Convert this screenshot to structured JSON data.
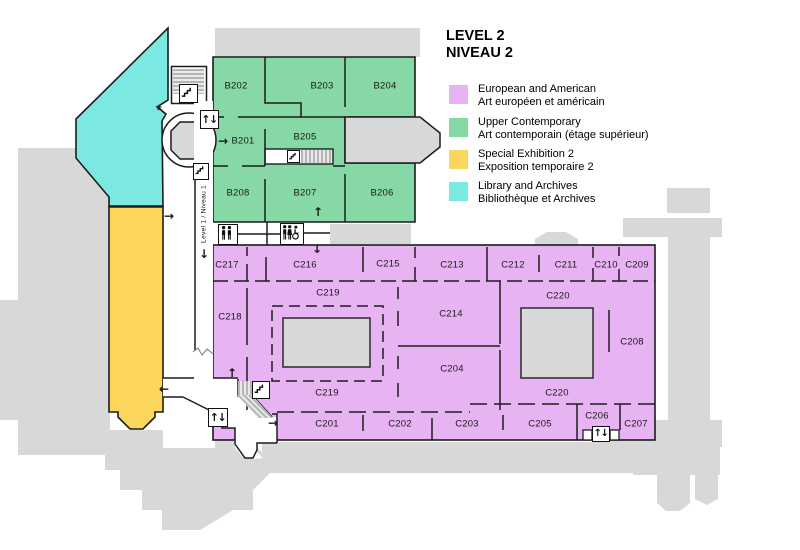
{
  "title": {
    "line1": "LEVEL 2",
    "line2": "NIVEAU 2"
  },
  "legend": {
    "items": [
      {
        "en": "European and American",
        "fr": "Art européen et américain",
        "color": "#e8b3f2"
      },
      {
        "en": "Upper Contemporary",
        "fr": "Art contemporain (étage supérieur)",
        "color": "#86d9a6"
      },
      {
        "en": "Special Exhibition 2",
        "fr": "Exposition temporaire 2",
        "color": "#fcd55d"
      },
      {
        "en": "Library and Archives",
        "fr": "Bibliothèque et Archives",
        "color": "#7ce8e2"
      }
    ]
  },
  "rooms": {
    "B201": "B201",
    "B202": "B202",
    "B203": "B203",
    "B204": "B204",
    "B205": "B205",
    "B206": "B206",
    "B207": "B207",
    "B208": "B208",
    "C201": "C201",
    "C202": "C202",
    "C203": "C203",
    "C204": "C204",
    "C205": "C205",
    "C206": "C206",
    "C207": "C207",
    "C208": "C208",
    "C209": "C209",
    "C210": "C210",
    "C211": "C211",
    "C212": "C212",
    "C213": "C213",
    "C214": "C214",
    "C215": "C215",
    "C216": "C216",
    "C217": "C217",
    "C218": "C218",
    "C219": "C219",
    "C220": "C220"
  },
  "corridor": {
    "label": "Level 1 / Niveau 1"
  },
  "icons": {
    "elevator_icon": "↑↓",
    "arrow_up": "↑",
    "arrow_down": "↓",
    "arrow_left": "←",
    "arrow_right": "→",
    "arrow_up_left": "↖",
    "stairs_icon": "stairs",
    "washroom_icon": "washroom",
    "accessible_washroom_icon": "accessible washroom"
  },
  "colors": {
    "european_american": "#e8b3f2",
    "upper_contemporary": "#86d9a6",
    "special_exhibition": "#fcd55d",
    "library_archives": "#7ce8e2",
    "building_silhouette": "#d8d8d8",
    "courtyard": "#d8d8d8",
    "outline": "#1c1c1c"
  }
}
